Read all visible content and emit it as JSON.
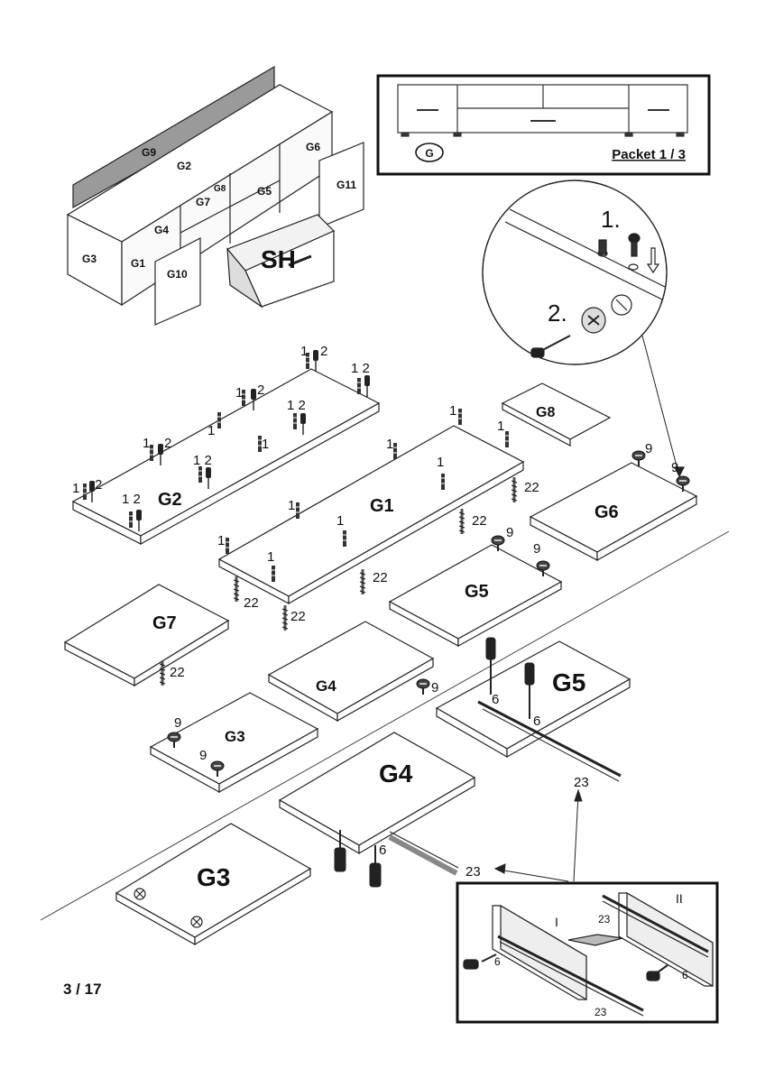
{
  "header": {
    "packet_label": "Packet 1 / 3",
    "packet_letter": "G"
  },
  "overview": {
    "labels": [
      "G9",
      "G2",
      "G6",
      "G8",
      "G11",
      "G7",
      "G5",
      "G4",
      "G3",
      "G1",
      "G10"
    ],
    "drawer_label": "SH"
  },
  "steps": {
    "step1": "1.",
    "step2": "2."
  },
  "panels": {
    "G2": "G2",
    "G1": "G1",
    "G8": "G8",
    "G6": "G6",
    "G5": "G5",
    "G7": "G7",
    "G4": "G4",
    "G3": "G3",
    "G5b": "G5",
    "G4b": "G4",
    "G3b": "G3"
  },
  "callouts": {
    "n1": "1",
    "n2": "2",
    "n9": "9",
    "n22": "22",
    "n6": "6",
    "n23": "23",
    "n12": "1 2"
  },
  "inset": {
    "stage1": "I",
    "stage2": "II",
    "screw": "6",
    "rail": "23"
  },
  "footer": {
    "page_number": "3 / 17"
  }
}
